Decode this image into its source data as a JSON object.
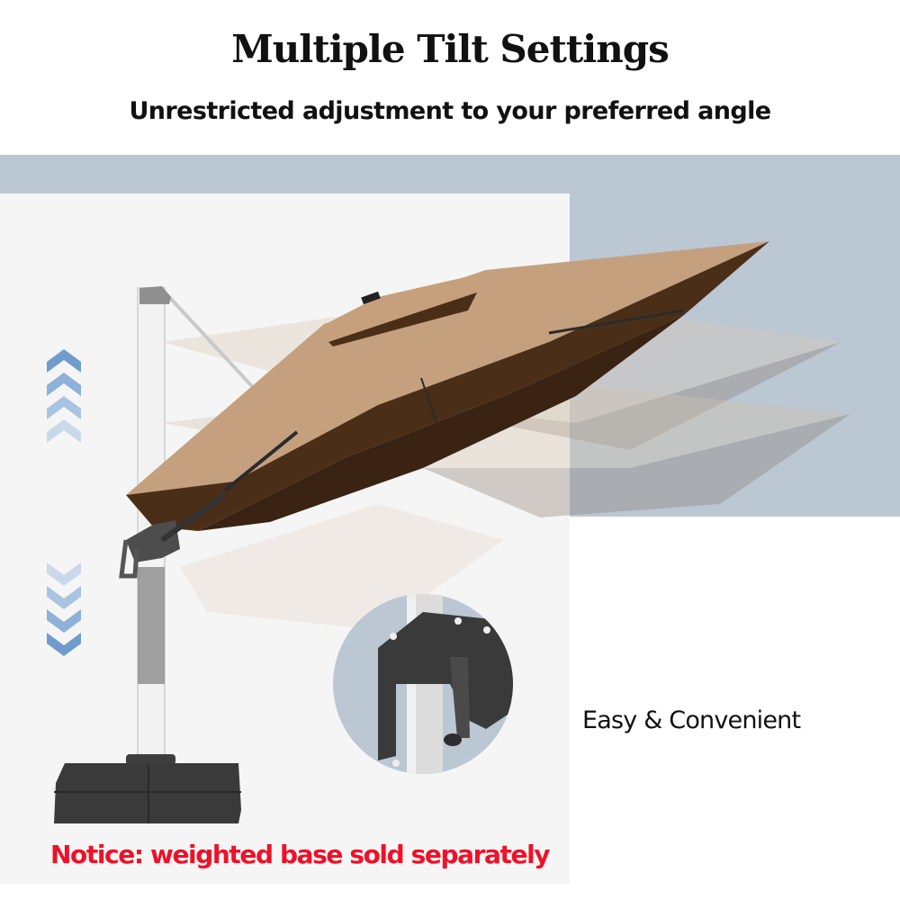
{
  "header": {
    "title": "Multiple Tilt Settings",
    "subtitle": "Unrestricted adjustment to your preferred angle"
  },
  "callouts": {
    "feature_label": "Easy & Convenient",
    "notice": "Notice: weighted base sold separately"
  },
  "icons": {
    "up_arrows": "chevron-up-stack-icon",
    "down_arrows": "chevron-down-stack-icon"
  },
  "colors": {
    "background": "#ffffff",
    "panel_gray": "#f5f5f5",
    "accent_blue": "#bbc7d3",
    "chevron_blue": "#6f9ccc",
    "canopy_tan": "#c4a07f",
    "canopy_under": "#4a2e17",
    "notice_red": "#ee1128",
    "text_dark": "#111111"
  }
}
